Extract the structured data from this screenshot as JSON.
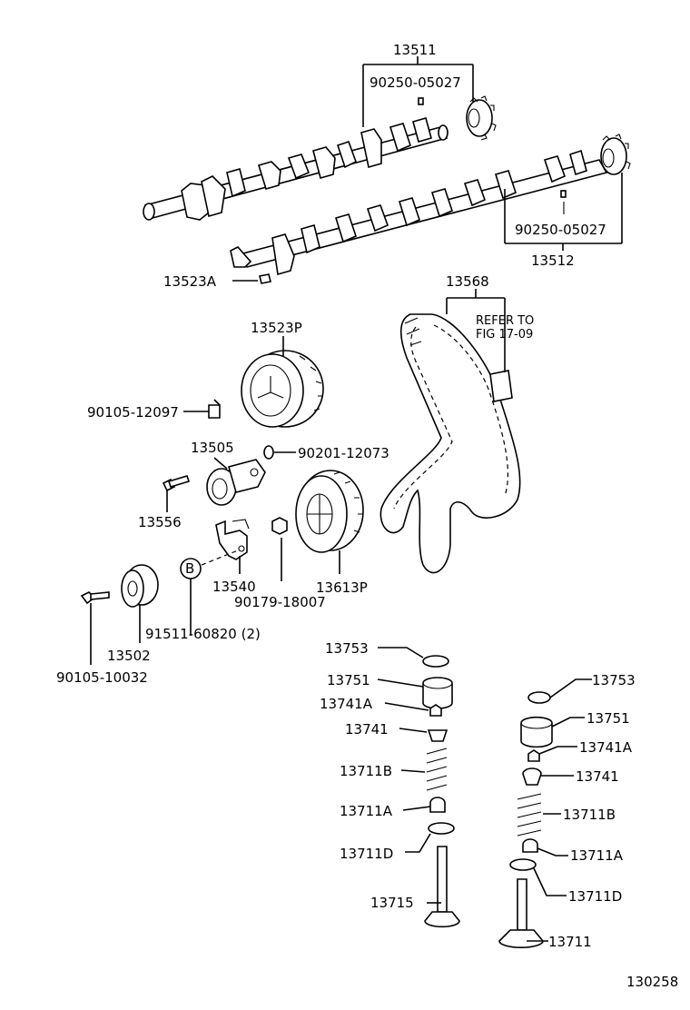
{
  "figure_number": "130258",
  "part_labels": {
    "p13511": "13511",
    "p90250_top": "90250-05027",
    "p90250_bottom": "90250-05027",
    "p13512": "13512",
    "p13523A": "13523A",
    "p13568": "13568",
    "refer_line1": "REFER TO",
    "refer_line2": "FIG 17-09",
    "p13523P": "13523P",
    "p90105_12097": "90105-12097",
    "p13505": "13505",
    "p90201_12073": "90201-12073",
    "p13556": "13556",
    "p13540": "13540",
    "p13613P": "13613P",
    "p90179_18007": "90179-18007",
    "p91511": "91511-60820 (2)",
    "p13502": "13502",
    "p90105_10032": "90105-10032",
    "b_marker": "B",
    "l13753": "13753",
    "l13751": "13751",
    "l13741A": "13741A",
    "l13741": "13741",
    "l13711B": "13711B",
    "l13711A": "13711A",
    "l13711D": "13711D",
    "l13715": "13715",
    "r13753": "13753",
    "r13751": "13751",
    "r13741A": "13741A",
    "r13741": "13741",
    "r13711B": "13711B",
    "r13711A": "13711A",
    "r13711D": "13711D",
    "r13711": "13711"
  }
}
